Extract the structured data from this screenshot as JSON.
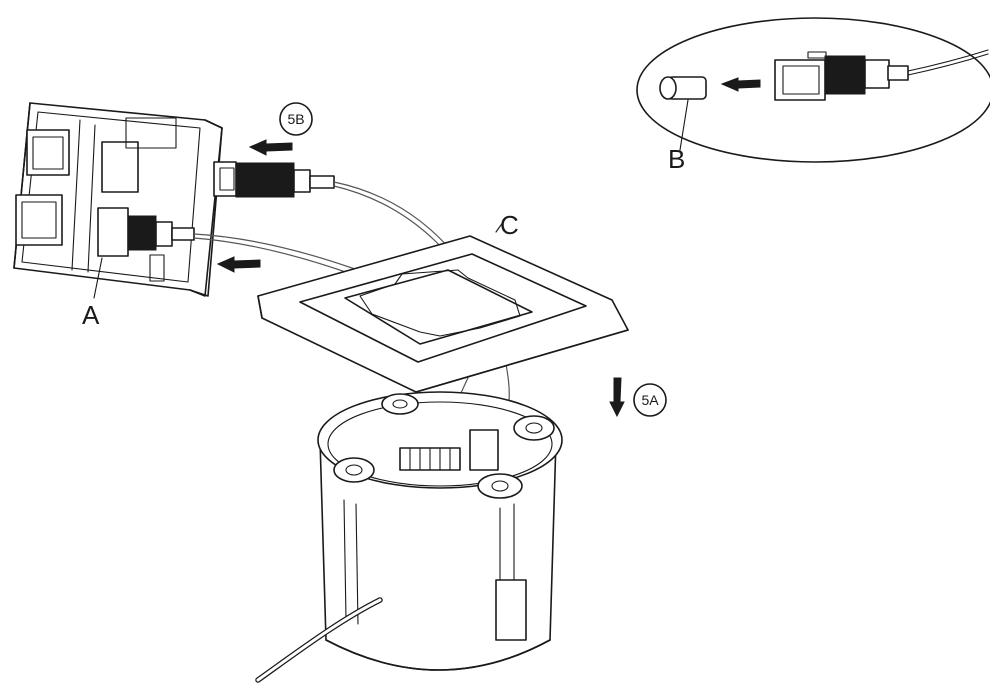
{
  "labels": {
    "a": "A",
    "b": "B",
    "c": "C"
  },
  "steps": {
    "step_5a": "5A",
    "step_5b": "5B"
  },
  "colors": {
    "line": "#1a1a1a",
    "background": "#ffffff"
  }
}
